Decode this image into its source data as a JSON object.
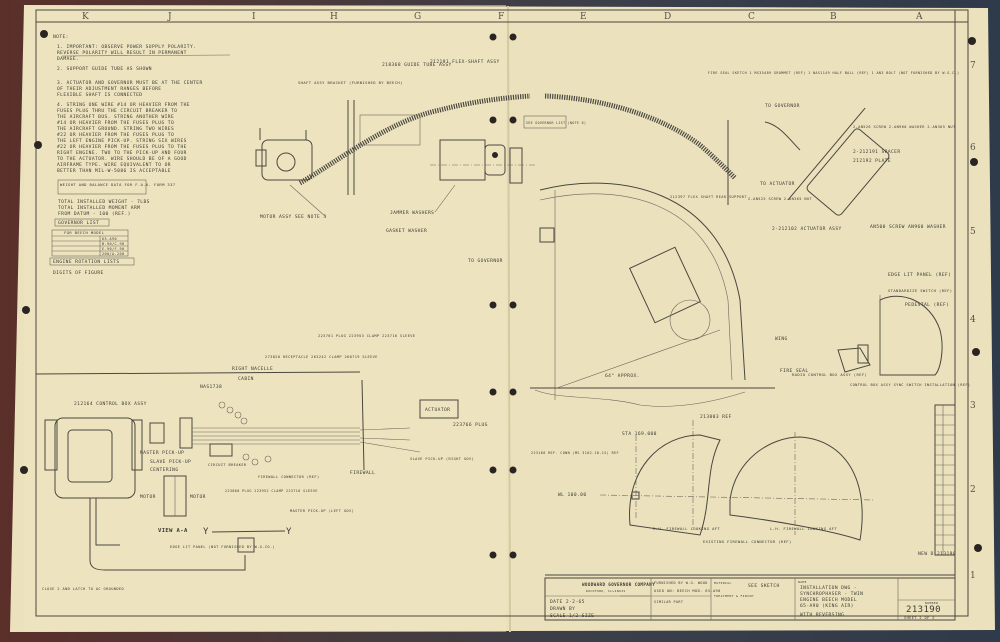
{
  "colors": {
    "paper": "#ebe2bd",
    "ink": "#3c3a35",
    "background": "#3a3130"
  },
  "border": {
    "columns": [
      "K",
      "J",
      "I",
      "H",
      "G",
      "F",
      "E",
      "D",
      "C",
      "B",
      "A"
    ],
    "rows": [
      "7",
      "6",
      "5",
      "4",
      "3",
      "2",
      "1"
    ]
  },
  "notes": {
    "heading": "NOTE:",
    "items": [
      "1. IMPORTANT: OBSERVE POWER SUPPLY POLARITY.",
      "   REVERSE POLARITY WILL RESULT IN PERMANENT",
      "   DAMAGE.",
      "2. SUPPORT GUIDE TUBE AS SHOWN",
      "3. ACTUATOR AND GOVERNOR MUST BE AT THE CENTER",
      "   OF THEIR ADJUSTMENT RANGES BEFORE",
      "   FLEXIBLE SHAFT IS CONNECTED",
      "4. STRING ONE WIRE #14 OR HEAVIER FROM THE",
      "   FUSES PLUG THRU THE CIRCUIT BREAKER TO",
      "   THE AIRCRAFT BUS. STRING ANOTHER WIRE",
      "   #14 OR HEAVIER FROM THE FUSES PLUG TO",
      "   THE AIRCRAFT GROUND. STRING TWO WIRES",
      "   #22 OR HEAVIER FROM THE FUSES PLUG TO",
      "   THE LEFT ENGINE PICK-UP. STRING SIX WIRES",
      "   #22 OR HEAVIER FROM THE FUSES PLUG TO THE",
      "   RIGHT ENGINE. TWO TO THE PICK-UP AND FOUR",
      "   TO THE ACTUATOR. WIRE SHOULD BE OF A GOOD",
      "   AIRFRAME TYPE. WIRE EQUIVALENT TO OR",
      "   BETTER THAN MIL-W-5086 IS ACCEPTABLE"
    ],
    "note5_box": "WEIGHT AND BALANCE DATA FOR F.A.A. FORM 337",
    "note5_lines": [
      "TOTAL INSTALLED WEIGHT - 7LBS",
      "TOTAL INSTALLED MOMENT ARM",
      "FROM DATUM - 100 (REF.)"
    ],
    "note6_box": "GOVERNOR LIST",
    "gov_table": {
      "header": "FOR BEECH MODEL",
      "rows": [
        "65-A90",
        "B-90/C-90",
        "E-90/F-90",
        "200/A-200"
      ]
    },
    "note7_box": "ENGINE ROTATION LISTS",
    "note7_line": "DIGITS OF FIGURE"
  },
  "callouts": {
    "guide_tube": "218368 GUIDE TUBE ASSY",
    "flex_shaft": "212191 FLEX-SHAFT ASSY",
    "shaft_bracket": "SHAFT ASSY BRACKET (FURNISHED BY BEECH)",
    "see_governor": "SEE GOVERNOR LIST (NOTE 6)",
    "govt_assy": "MOTOR ASSY SEE NOTE 3",
    "jam_washer": "JAMMER WASHERS",
    "gasket": "GASKET WASHER",
    "to_governor": "TO GOVERNOR",
    "to_governor2": "TO GOVERNOR",
    "to_actuator": "TO ACTUATOR",
    "fire_seal": "FIRE SEAL SKETCH 1 MS35489 GROMMET (REF) 1 NAS1149 HALF BALL (REF) 1 AN3 BOLT (NOT FURNISHED BY W.G.C.)",
    "screw_nut": "2-AN525 SCREW 2-AN365 NUT",
    "flex_support": "212397 FLEX SHAFT REAR SUPPORT",
    "screw_washer": "2-AN526 SCREW 2-AN960 WASHER 2-AN365 NUT",
    "spacer": "2-212191 SPACER",
    "plate": "212192 PLATE",
    "actuator_assy": "2-212102 ACTUATOR ASSY",
    "screw_washer2": "AN500 SCREW AN960 WASHER",
    "control_box": "212164 CONTROL BOX ASSY",
    "nas": "NAS1738",
    "view_aa": "VIEW A-A",
    "master_pickup": "MASTER PICK-UP",
    "slave_pickup": "SLAVE PICK-UP",
    "centering": "CENTERING",
    "motor_l": "MOTOR",
    "motor_r": "MOTOR",
    "circuit_breaker": "CIRCUIT BREAKER",
    "receptacle": "273820 RECEPTACLE 263242 CLAMP 268719 SLEEVE",
    "plug_clamp": "223761 PLUG 223953 CLAMP 223716 SLEEVE",
    "actuator": "ACTUATOR",
    "plug": "223766 PLUG",
    "firewall": "FIREWALL",
    "firewall_conn": "FIREWALL CONNECTOR (REF)",
    "plug2": "223860 PLUG 223952 CLAMP 223716 SLEEVE",
    "master_pickup_left": "MASTER PICK-UP (LEFT GOV)",
    "slave_pickup_right": "SLAVE PICK-UP (RIGHT GOV)",
    "edge_lit": "EDGE LIT PANEL (NOT FURNISHED BY W.G.CO.)",
    "ground_note": "CLOSE 2 AND LATCH TO AC GROUNDED",
    "right_nacelle": "RIGHT NACELLE",
    "cabin": "CABIN",
    "angle": "64° APPROX.",
    "fire_seal2": "FIRE SEAL",
    "wing": "WING",
    "part_ref": "213003 REF",
    "sta": "STA 169.000",
    "wl": "WL 100.00",
    "rh_fw": "R.H. FIREWALL LOOKING AFT",
    "lh_fw": "L.H. FIREWALL LOOKING AFT",
    "exist_conn": "EXISTING FIREWALL CONNECTOR (REF)",
    "ref_mount": "223160 REF. CONN (MS 3102-18-1S) REF",
    "edge_lit2": "EDGE LIT PANEL (REF)",
    "stabilizer": "STANDARDIZE SWITCH (REF)",
    "pedestal": "PEDESTAL (REF)",
    "radio_control": "RADIO CONTROL BOX ASSY (REF)",
    "sync_install": "CONTROL BOX ASSY SYNC SWITCH INSTALLATION (REF)",
    "section_y": "Y"
  },
  "title_block": {
    "company": "WOODWARD GOVERNOR COMPANY",
    "city": "ROCKFORD, ILLINOIS",
    "date": "DATE 2-2-65",
    "drawn": "DRAWN BY",
    "scale": "SCALE 1/2 SIZE",
    "furnished": "FURNISHED BY W.G. WOOD",
    "used_on": "USED ON: BEECH MOD. 65-A90",
    "similar": "SIMILAR PART",
    "material": "MATERIAL",
    "see_sketch": "SEE SKETCH",
    "treatment": "TREATMENT & FINISH",
    "name_label": "NAME",
    "name_lines": [
      "INSTALLATION DWG -",
      "SYNCHROPHASER - TWIN",
      "ENGINE BEECH MODEL",
      "65-A90 (KING AIR)",
      "WITH REVERSING"
    ],
    "number_label": "NUMBER",
    "number": "213190",
    "sheet": "SHEET 2 OF 2",
    "rev": "NEW D 213190"
  }
}
